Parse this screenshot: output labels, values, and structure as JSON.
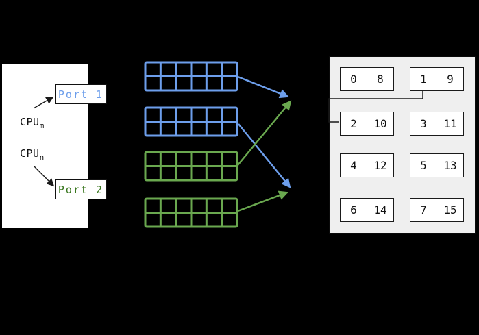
{
  "colors": {
    "queue_blue": "#6d9eeb",
    "queue_green": "#6aa84f",
    "port1_text": "#6d9eeb",
    "port2_text": "#38761d",
    "arrow_black": "#1a1a1a",
    "panel_bg": "#efefef"
  },
  "host": {
    "cpu_m": {
      "base": "CPU",
      "sub": "m"
    },
    "cpu_n": {
      "base": "CPU",
      "sub": "n"
    },
    "port1_label": "Port 1",
    "port2_label": "Port 2"
  },
  "queues": {
    "count": 4,
    "columns": 6,
    "rows": 2,
    "blue_queues": 2,
    "green_queues": 2
  },
  "panel": {
    "boxes": [
      {
        "cells": [
          "0",
          "8"
        ]
      },
      {
        "cells": [
          "1",
          "9"
        ]
      },
      {
        "cells": [
          "2",
          "10"
        ]
      },
      {
        "cells": [
          "3",
          "11"
        ]
      },
      {
        "cells": [
          "4",
          "12"
        ]
      },
      {
        "cells": [
          "5",
          "13"
        ]
      },
      {
        "cells": [
          "6",
          "14"
        ]
      },
      {
        "cells": [
          "7",
          "15"
        ]
      }
    ]
  }
}
